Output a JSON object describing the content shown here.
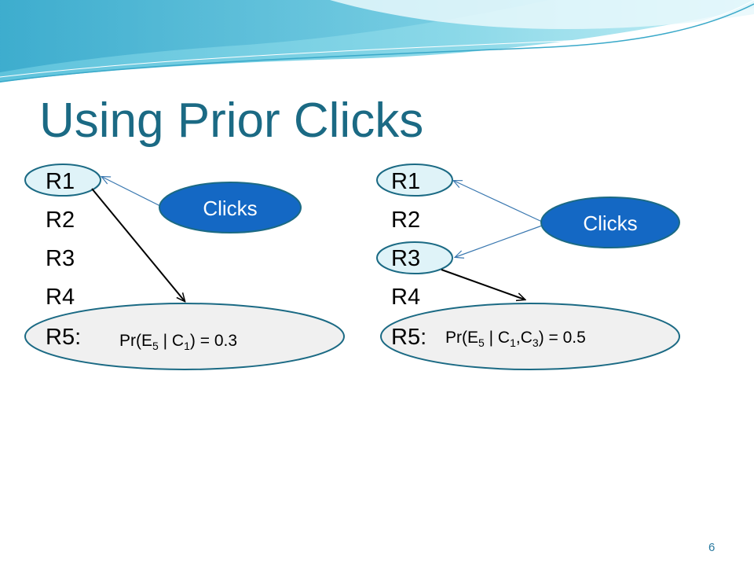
{
  "slide": {
    "title": "Using Prior Clicks",
    "page_number": "6"
  },
  "colors": {
    "title": "#1b6a84",
    "bubble_fill": "#1468c4",
    "highlight_fill": "#dff3f8",
    "result_fill": "#f0f0f0",
    "arrow_blue": "#3a78b0"
  },
  "left_panel": {
    "rows": [
      "R1",
      "R2",
      "R3",
      "R4",
      "R5:"
    ],
    "bubble_label": "Clicks",
    "formula": {
      "prefix": "Pr(E",
      "sub1": "5",
      "mid": " | C",
      "sub2": "1",
      "suffix": ") = 0.3"
    }
  },
  "right_panel": {
    "rows": [
      "R1",
      "R2",
      "R3",
      "R4",
      "R5:"
    ],
    "bubble_label": "Clicks",
    "formula": {
      "prefix": "Pr(E",
      "sub1": "5",
      "mid": " | C",
      "sub2": "1",
      "mid2": ",C",
      "sub3": "3",
      "suffix": ") = 0.5"
    }
  }
}
